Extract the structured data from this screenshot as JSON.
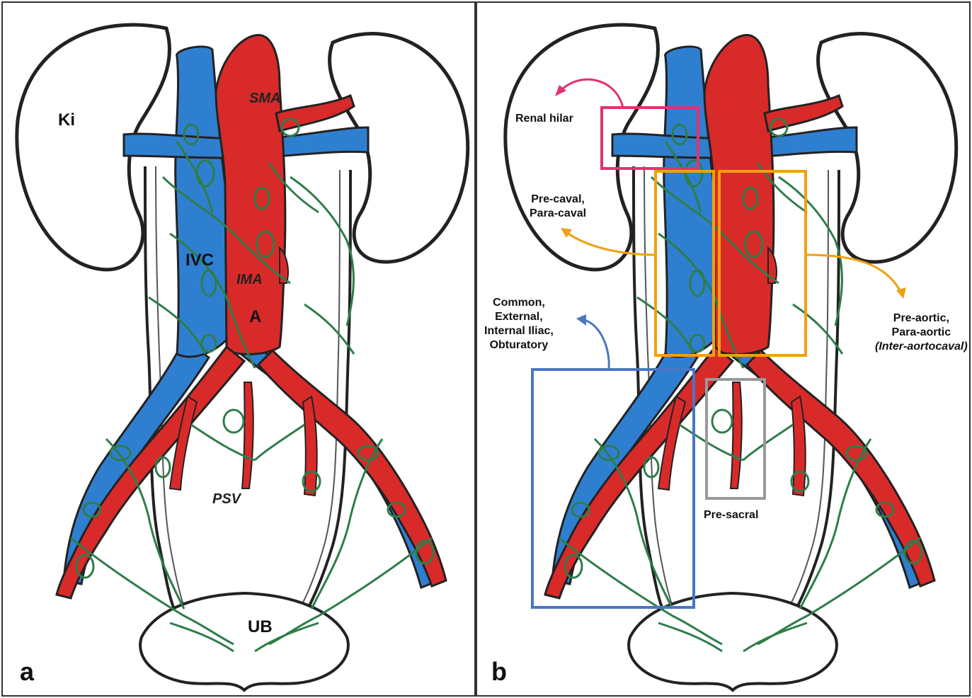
{
  "panel_a": {
    "letter": "a",
    "labels": {
      "kidney": "Ki",
      "sma": "SMA",
      "ivc": "IVC",
      "ima": "IMA",
      "aorta": "A",
      "psv": "PSV",
      "bladder": "UB"
    }
  },
  "panel_b": {
    "letter": "b",
    "annotations": {
      "renal_hilar": "Renal hilar",
      "caval_line1": "Pre-caval,",
      "caval_line2": "Para-caval",
      "aortic_line1": "Pre-aortic,",
      "aortic_line2": "Para-aortic",
      "aortic_line3": "(Inter-aortocaval)",
      "iliac_line1": "Common,",
      "iliac_line2": "External,",
      "iliac_line3": "Internal Iliac,",
      "iliac_line4": "Obturatory",
      "presacral": "Pre-sacral"
    }
  },
  "colors": {
    "artery": "#d92a2a",
    "vein": "#2f7fd0",
    "lymph": "#2e7d4a",
    "outline": "#222222",
    "renal_hilar_box": "#e0336f",
    "caval_aortic_box": "#f0a010",
    "iliac_box": "#4a76c4",
    "presacral_box": "#999999"
  }
}
